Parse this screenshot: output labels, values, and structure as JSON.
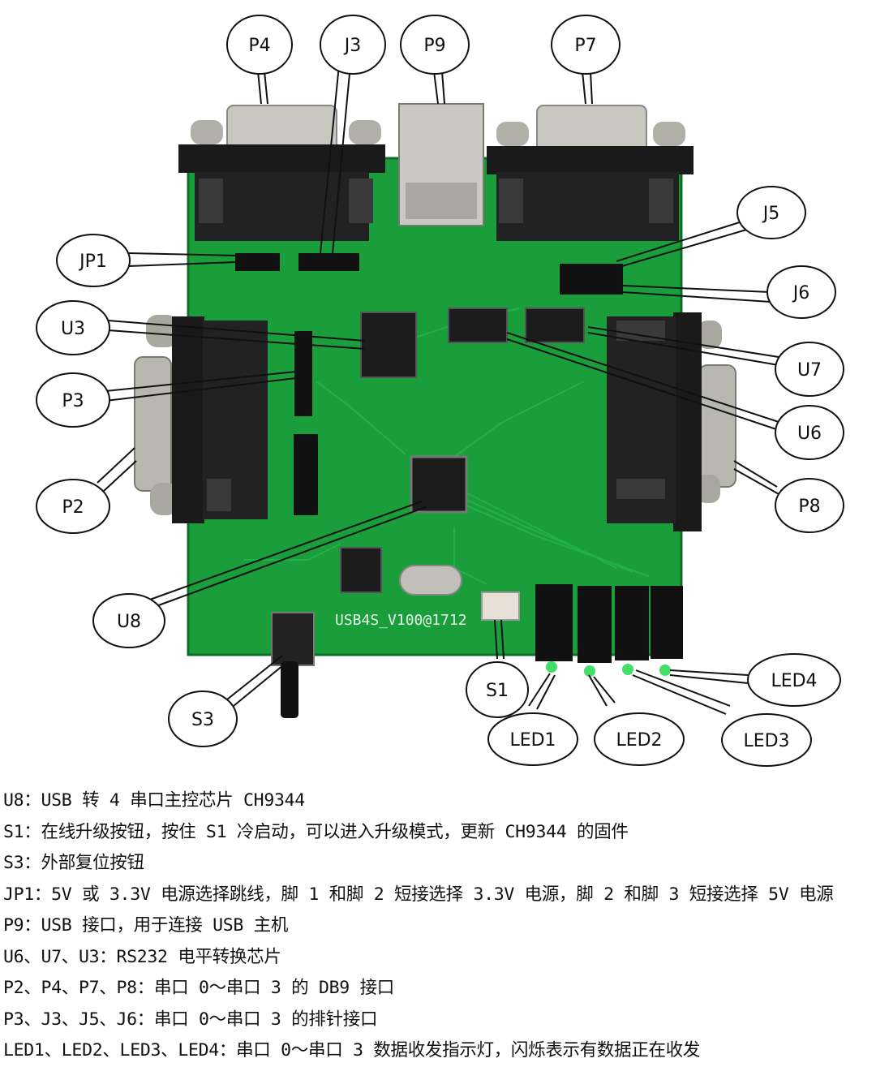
{
  "board": {
    "silkscreen_model": "USB4S_V100@1712"
  },
  "callouts": {
    "p4": "P4",
    "j3": "J3",
    "p9": "P9",
    "p7": "P7",
    "jp1": "JP1",
    "j5": "J5",
    "j6": "J6",
    "u3": "U3",
    "u7": "U7",
    "p3": "P3",
    "u6": "U6",
    "p2": "P2",
    "p8": "P8",
    "u8": "U8",
    "s1": "S1",
    "s3": "S3",
    "led1": "LED1",
    "led2": "LED2",
    "led3": "LED3",
    "led4": "LED4"
  },
  "legend": [
    "U8：USB 转 4 串口主控芯片 CH9344",
    "S1：在线升级按钮，按住 S1 冷启动，可以进入升级模式，更新 CH9344 的固件",
    "S3：外部复位按钮",
    "JP1：5V 或 3.3V 电源选择跳线，脚 1 和脚 2 短接选择 3.3V 电源，脚 2 和脚 3 短接选择 5V 电源",
    "P9：USB 接口，用于连接 USB 主机",
    "U6、U7、U3：RS232 电平转换芯片",
    "P2、P4、P7、P8：串口 0～串口 3 的 DB9 接口",
    "P3、J3、J5、J6：串口 0～串口 3 的排针接口",
    "LED1、LED2、LED3、LED4：串口 0～串口 3 数据收发指示灯，闪烁表示有数据正在收发"
  ],
  "colors": {
    "pcb": "#1a9e3c",
    "pcb_dark": "#137a2e",
    "connector_metal": "#b8b8b0",
    "connector_black": "#1a1a1a",
    "led_green": "#44dd66"
  }
}
